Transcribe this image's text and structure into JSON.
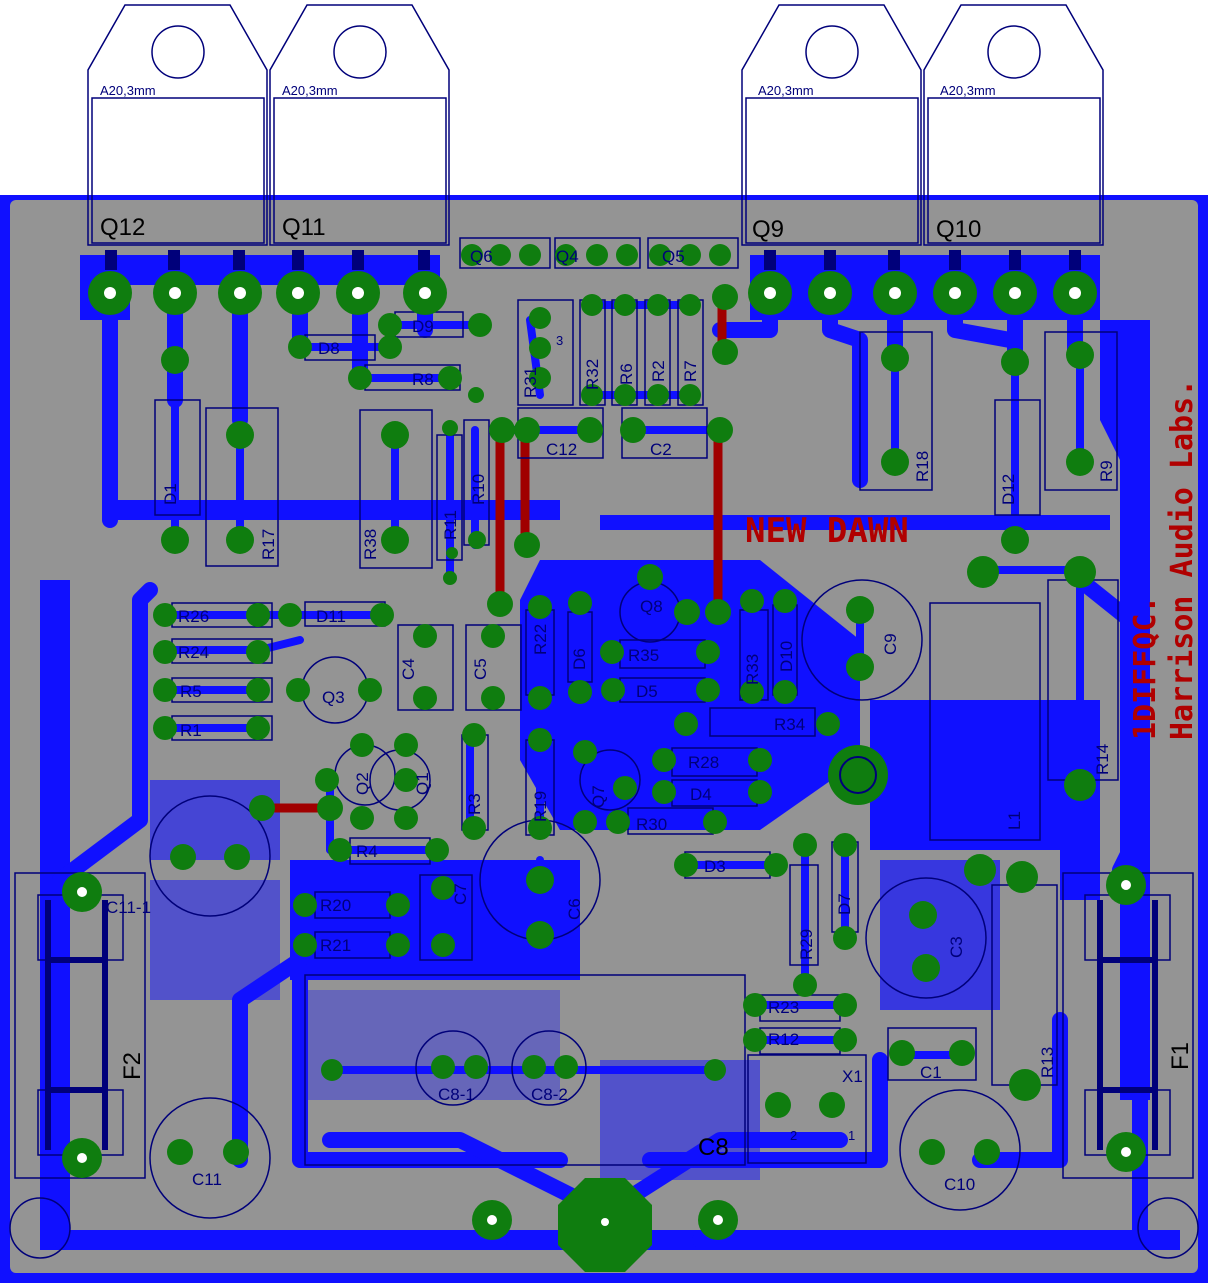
{
  "board": {
    "title": "NEW DAWN",
    "maker": "Harrison Audio Labs.",
    "model": "1DIFFQC.",
    "package_note": "A20,3mm"
  },
  "transistors_top": [
    "Q12",
    "Q11",
    "Q9",
    "Q10"
  ],
  "small_transistors": [
    "Q6",
    "Q4",
    "Q5",
    "Q8",
    "Q3",
    "Q2",
    "Q1",
    "Q7"
  ],
  "resistors": [
    "R26",
    "R24",
    "R5",
    "R1",
    "R4",
    "R20",
    "R21",
    "R3",
    "R19",
    "R22",
    "R35",
    "R33",
    "R34",
    "R28",
    "R30",
    "R29",
    "R23",
    "R12",
    "R13",
    "R14",
    "R9",
    "R18",
    "R17",
    "R38",
    "R11",
    "R10",
    "R8",
    "R31",
    "R32",
    "R6",
    "R2",
    "R7"
  ],
  "diodes": [
    "D1",
    "D12",
    "D8",
    "D9",
    "D11",
    "D6",
    "D5",
    "D10",
    "D4",
    "D3",
    "D7"
  ],
  "capacitors": [
    "C12",
    "C2",
    "C4",
    "C5",
    "C9",
    "C6",
    "C7",
    "C3",
    "C1",
    "C10",
    "C11",
    "C11-1",
    "C8-1",
    "C8-2",
    "C8"
  ],
  "other": [
    "L1",
    "F1",
    "F2",
    "X1"
  ],
  "pin_labels": [
    "1",
    "2",
    "3"
  ],
  "colors": {
    "copper": "#1010ff",
    "board": "#949494",
    "pad": "#0f7d0f",
    "silk": "#00007a",
    "jumper": "#a00000",
    "text_red": "#b00000"
  }
}
